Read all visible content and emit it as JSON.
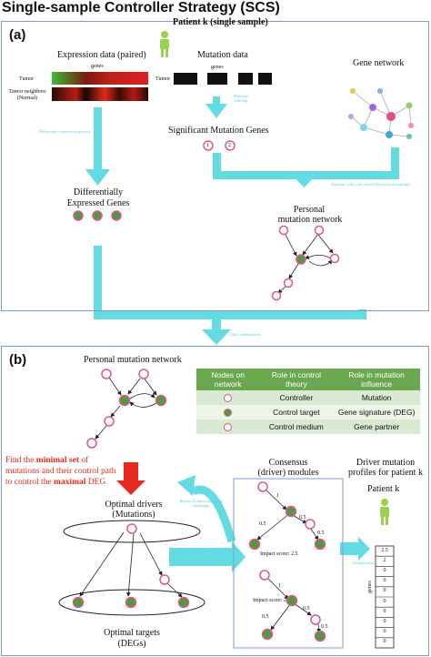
{
  "title": "Single-sample Controller Strategy (SCS)",
  "panel_a": {
    "label": "(a)",
    "patient": "Patient k (single sample)",
    "expression_title": "Expression data (paired)",
    "genes_label": "genes",
    "tumor_label": "Tumor",
    "normal_label": "Tumor neighbors (Normal)",
    "mutation_title": "Mutation data",
    "mutation_genes_label": "genes",
    "mutation_tumor_label": "Tumor",
    "mutation_filtering": "Mutation filtering",
    "network_title": "Gene network",
    "diff_expr_note": "Differential expression analysis",
    "sig_genes": "Significant Mutation Genes",
    "random_walk_note": "Random walk with restart (Network smoothing)",
    "deg_title_1": "Differentially",
    "deg_title_2": "Expressed Genes",
    "pmn_title_1": "Personal",
    "pmn_title_2": "mutation network",
    "data_combination": "Data combination"
  },
  "panel_b": {
    "label": "(b)",
    "pmn_title": "Personal mutation network",
    "find_1_pre": "Find the ",
    "find_1_bold": "minimal set",
    "find_1_post": " of",
    "find_2": "mutations and their control path",
    "find_3_pre": "to control the ",
    "find_3_bold": "maximal",
    "find_3_post": " DEG",
    "optimal_drivers_1": "Optimal drivers",
    "optimal_drivers_2": "(Mutations)",
    "optimal_targets_1": "Optimal targets",
    "optimal_targets_2": "(DEGs)",
    "resampling_note": "Repeat N times (bootstrap sampling)",
    "resample_note": "Re-sample",
    "consensus_1": "Consensus",
    "consensus_2": "(driver) modules",
    "impact_1": "Impact score: 2.5",
    "impact_2": "Impact score: 2",
    "edge_weights_1": [
      "1",
      "0.5",
      "0.5",
      "0.5"
    ],
    "edge_weights_2": [
      "1",
      "0.5",
      "0.5",
      "0.5"
    ],
    "profiles_1": "Driver mutation",
    "profiles_2": "profiles for patient k",
    "patient_k": "Patient k",
    "genes_axis": "genes",
    "mutation_identification": "Identification",
    "profile_values": [
      "2.5",
      "2",
      "0",
      "0",
      "0",
      "0",
      "0",
      "0",
      "0",
      "0"
    ]
  },
  "legend": {
    "headers": [
      "Nodes on network",
      "Role in control theory",
      "Role in mutation influence"
    ],
    "rows": [
      {
        "icon": "controller-node",
        "role": "Controller",
        "influence": "Mutation"
      },
      {
        "icon": "control-target-node",
        "role": "Control target",
        "influence": "Gene signature (DEG)"
      },
      {
        "icon": "control-medium-node",
        "role": "Control medium",
        "influence": "Gene partner"
      }
    ]
  },
  "colors": {
    "arrow": "#62dbe3",
    "mutation_node": "#e8558c",
    "deg_node": "#4e9a3e",
    "legend_header": "#6aa84f",
    "red_arrow": "#e52b1f",
    "panel_border": "#7d9cc9"
  }
}
